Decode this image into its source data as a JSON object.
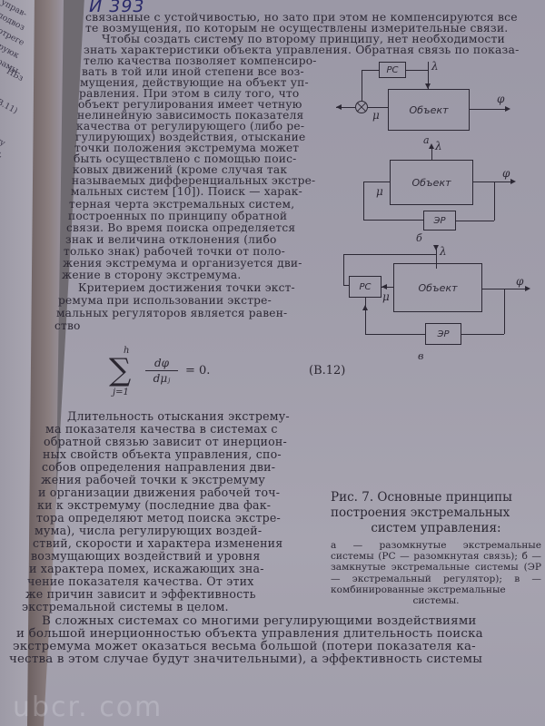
{
  "handwritten_note": "И 393",
  "left_page_fragments": [
    "управ-",
    "подвоз",
    "ютреге",
    "еруюк",
    "ирамы",
    "НБз",
    "(В.11)",
    "ту",
    "с."
  ],
  "top_lines": [
    "связанные с устойчивостью, но зато при этом не компенсируются все",
    "те возмущения, по которым не осуществлены измерительные связи.",
    "Чтобы создать систему по второму принципу, нет необходимости",
    "знать характеристики объекта управления. Обратная связь по показа-"
  ],
  "column_lines": [
    "телю качества позволяет компенсиро-",
    "вать в той или иной степени все воз-",
    "мущения, действующие на объект уп-",
    "равления. При этом в силу того, что",
    "объект регулирования имеет четную",
    "нелинейную зависимость показателя",
    "качества от регулирующего (либо ре-",
    "гулирующих) воздействия, отыскание",
    "точки положения экстремума может",
    "быть осуществлено с помощью поис-",
    "ковых движений (кроме случая так",
    "называемых дифференциальных экстре-",
    "мальных систем [10]). Поиск — харак-",
    "терная черта экстремальных систем,",
    "построенных по принципу обратной",
    "связи. Во время поиска определяется",
    "знак и величина отклонения (либо",
    "только знак) рабочей точки от поло-",
    "жения экстремума и организуется дви-",
    "жение в сторону экстремума.",
    "Критерием достижения точки экст-",
    "ремума при использовании экстре-",
    "мальных регуляторов является равен-",
    "ство"
  ],
  "formula": {
    "sum_symbol": "∑",
    "upper": "h",
    "lower": "j=1",
    "numerator": "dφ",
    "denominator": "dμⱼ",
    "equals": "= 0.",
    "number": "(В.12)"
  },
  "column_lines_2": [
    "Длительность отыскания экстрему-",
    "ма показателя качества в системах с",
    "обратной связью зависит от инерцион-",
    "ных свойств объекта управления, спо-",
    "собов определения направления дви-",
    "жения рабочей точки к экстремуму",
    "и организации движения рабочей точ-",
    "ки к экстремуму (последние два фак-",
    "тора определяют метод поиска экстре-",
    "мума), числа регулирующих воздей-",
    "ствий, скорости и характера изменения",
    "возмущающих воздействий и уровня",
    "и характера помех, искажающих зна-",
    "чение показателя качества. От этих",
    "же причин зависит и эффективность",
    "экстремальной системы в целом."
  ],
  "bottom_lines": [
    "В сложных системах со многими регулирующими воздействиями",
    "и большой инерционностью объекта управления длительность поиска",
    "экстремума может оказаться весьма большой (потери показателя ка-",
    "чества в этом случае будут значительными), а эффективность системы"
  ],
  "diagrams": {
    "object_label": "Объект",
    "rs_label": "РС",
    "er_label": "ЭР",
    "lambda": "λ",
    "mu": "μ",
    "phi": "φ",
    "sub_a": "а",
    "sub_b": "б",
    "sub_v": "в"
  },
  "caption": {
    "title_line1": "Рис. 7. Основные принципы",
    "title_line2": "построения экстремальных",
    "title_line3": "систем управления:",
    "legend_body": "а — разомкнутые экстремальные системы (РС — разомкнутая связь); б — замкнутые экстремальные системы (ЭР — экстремальный регулятор); в — комбинированные экстремальные",
    "legend_last": "системы."
  },
  "watermark": "ubcr. com"
}
